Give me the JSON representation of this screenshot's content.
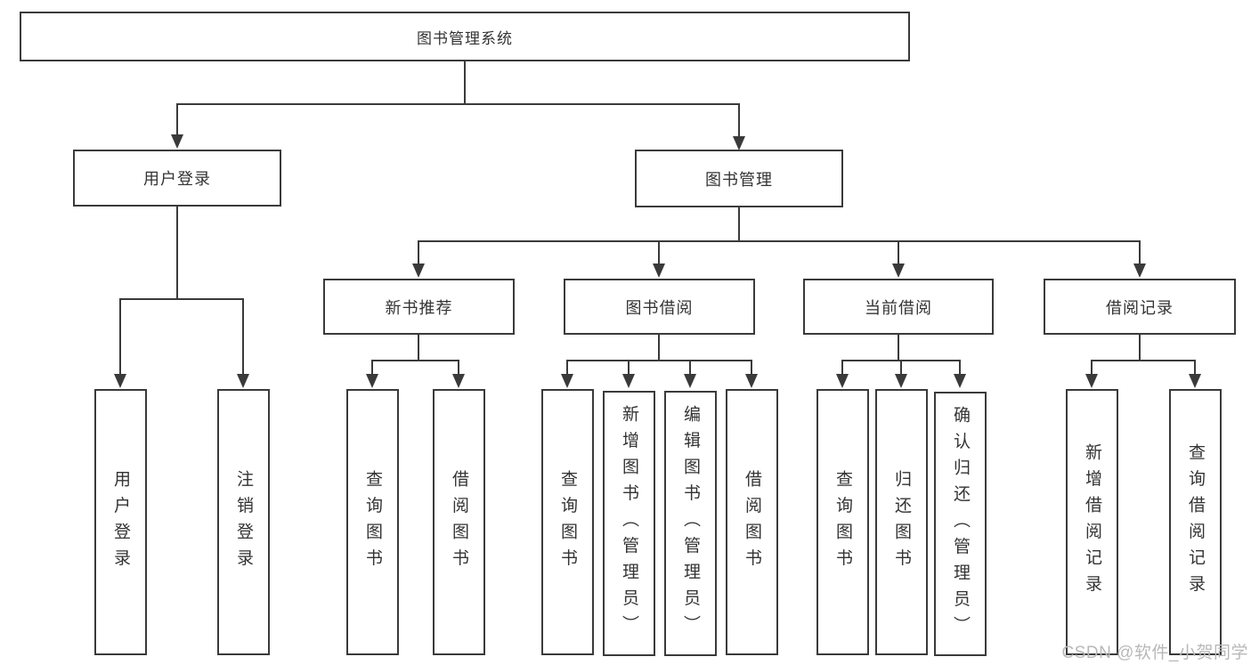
{
  "tree": {
    "root": {
      "label": "图书管理系统"
    },
    "branches": [
      {
        "label": "用户登录",
        "children": [
          {
            "label": "用户登录"
          },
          {
            "label": "注销登录"
          }
        ]
      },
      {
        "label": "图书管理",
        "children": [
          {
            "label": "新书推荐",
            "children": [
              {
                "label": "查询图书"
              },
              {
                "label": "借阅图书"
              }
            ]
          },
          {
            "label": "图书借阅",
            "children": [
              {
                "label": "查询图书"
              },
              {
                "label": "新增图书（管理员）"
              },
              {
                "label": "编辑图书（管理员）"
              },
              {
                "label": "借阅图书"
              }
            ]
          },
          {
            "label": "当前借阅",
            "children": [
              {
                "label": "查询图书"
              },
              {
                "label": "归还图书"
              },
              {
                "label": "确认归还（管理员）"
              }
            ]
          },
          {
            "label": "借阅记录",
            "children": [
              {
                "label": "新增借阅记录"
              },
              {
                "label": "查询借阅记录"
              }
            ]
          }
        ]
      }
    ]
  },
  "watermark": {
    "text": "CSDN @软件_小贺同学"
  },
  "colors": {
    "line": "#3a3a3a",
    "text": "#333333",
    "watermark": "#b8b8b8",
    "background": "#ffffff"
  }
}
